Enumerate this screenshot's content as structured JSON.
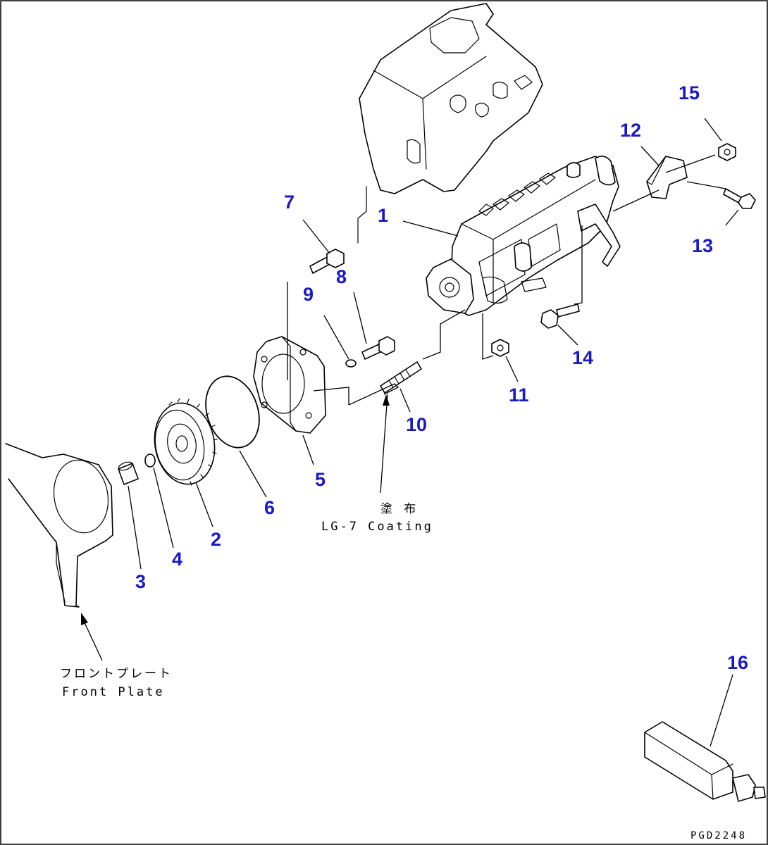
{
  "callouts": [
    {
      "id": "1",
      "label": "1"
    },
    {
      "id": "2",
      "label": "2"
    },
    {
      "id": "3",
      "label": "3"
    },
    {
      "id": "4",
      "label": "4"
    },
    {
      "id": "5",
      "label": "5"
    },
    {
      "id": "6",
      "label": "6"
    },
    {
      "id": "7",
      "label": "7"
    },
    {
      "id": "8",
      "label": "8"
    },
    {
      "id": "9",
      "label": "9"
    },
    {
      "id": "10",
      "label": "10"
    },
    {
      "id": "11",
      "label": "11"
    },
    {
      "id": "12",
      "label": "12"
    },
    {
      "id": "13",
      "label": "13"
    },
    {
      "id": "14",
      "label": "14"
    },
    {
      "id": "15",
      "label": "15"
    },
    {
      "id": "16",
      "label": "16"
    }
  ],
  "notes": {
    "coating_jp": "塗 布",
    "coating_en": "LG-7 Coating",
    "front_plate_jp": "フロントプレート",
    "front_plate_en": "Front Plate"
  },
  "drawing_code": "PGD2248",
  "colors": {
    "callout": "#1919c8",
    "line": "#000000",
    "background": "#ffffff"
  }
}
